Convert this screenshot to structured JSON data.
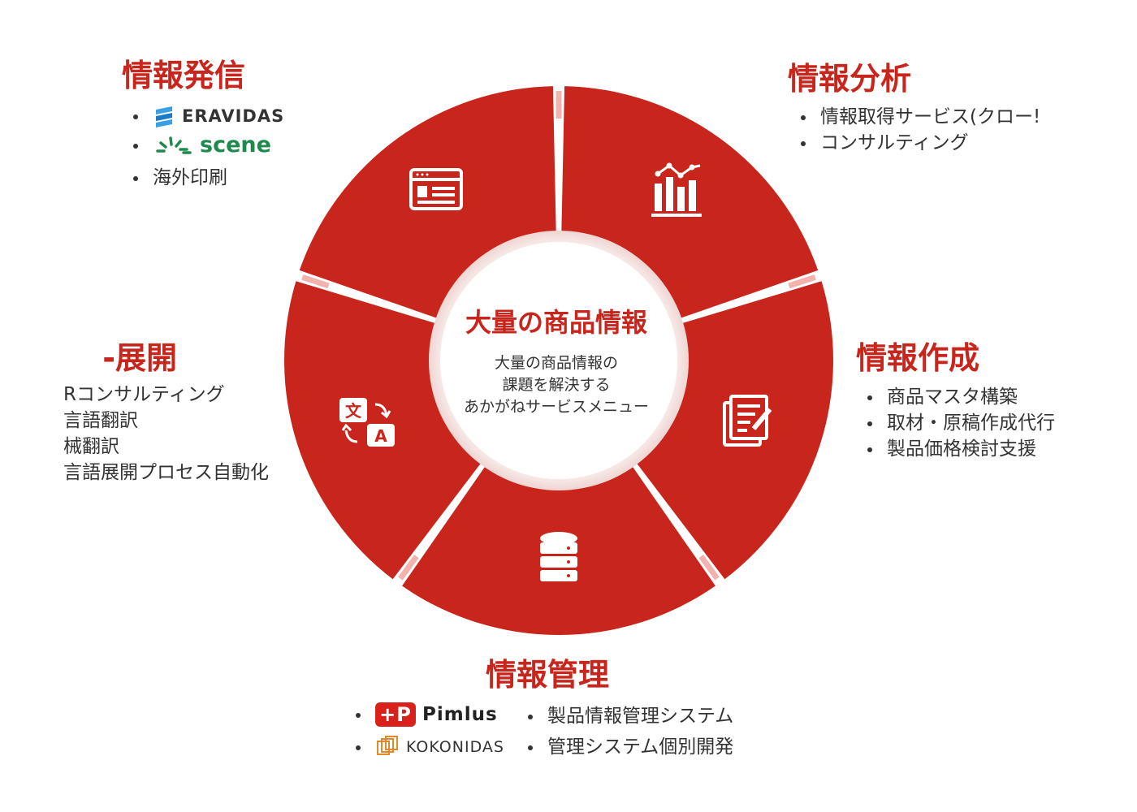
{
  "center": {
    "title": "大量の商品情報",
    "sub1": "大量の商品情報の",
    "sub2": "課題を解決する",
    "sub3": "あかがねサービスメニュー"
  },
  "sections": {
    "hasshin": {
      "title": "情報発信",
      "logo1": "ERAVIDAS",
      "logo2": "scene",
      "item3": "海外印刷"
    },
    "bunseki": {
      "title": "情報分析",
      "items": [
        "情報取得サービス(クロー!",
        "コンサルティング"
      ]
    },
    "sakusei": {
      "title": "情報作成",
      "items": [
        "商品マスタ構築",
        "取材・原稿作成代行",
        "製品価格検討支援"
      ]
    },
    "kanri": {
      "title": "情報管理",
      "logo1_mark": "+P",
      "logo1": "Pimlus",
      "logo2": "KOKONIDAS",
      "items": [
        "製品情報管理システム",
        "管理システム個別開発"
      ]
    },
    "tenkai": {
      "title": "-展開",
      "items": [
        "Rコンサルティング",
        "言語翻訳",
        "械翻訳",
        "言語展開プロセス自動化"
      ]
    }
  },
  "icons": {
    "hasshin": "browser-window-icon",
    "bunseki": "bar-chart-icon",
    "sakusei": "document-edit-icon",
    "kanri": "database-icon",
    "tenkai": "translate-icon",
    "tenkai_glyph1": "文",
    "tenkai_glyph2": "A"
  },
  "colors": {
    "accent": "#c8261c",
    "segment": "#c8261c",
    "divider": "#ffffff",
    "divider_tint": "#f2b3ae"
  }
}
